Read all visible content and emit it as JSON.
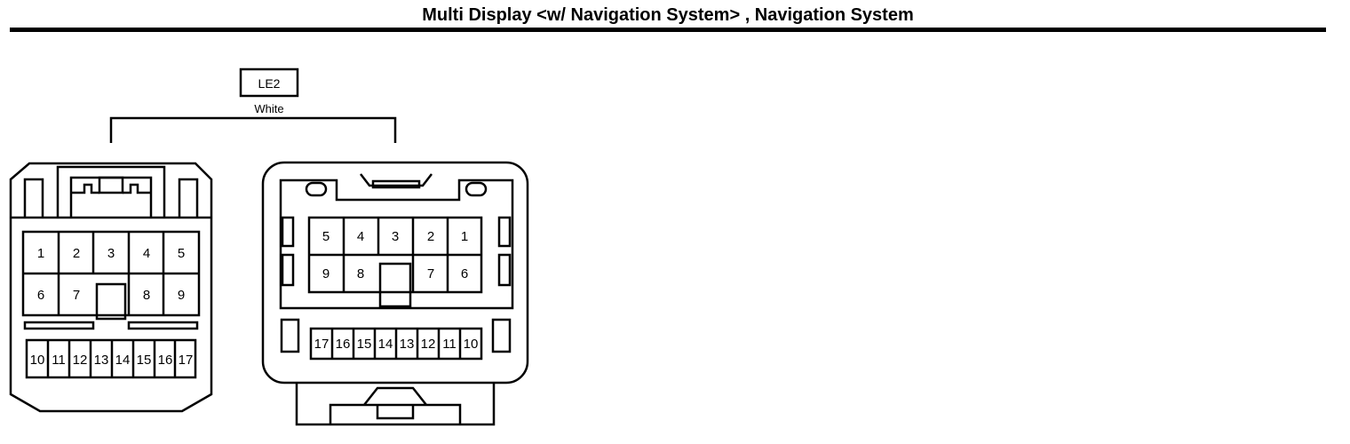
{
  "page": {
    "title": "Multi Display <w/ Navigation System> , Navigation System"
  },
  "connector": {
    "code": "LE2",
    "color": "White"
  },
  "left_connector": {
    "upper_row": [
      "1",
      "2",
      "3",
      "4",
      "5"
    ],
    "middle_row": [
      "6",
      "7",
      "8",
      "9"
    ],
    "lower_row": [
      "10",
      "11",
      "12",
      "13",
      "14",
      "15",
      "16",
      "17"
    ]
  },
  "right_connector": {
    "upper_row": [
      "5",
      "4",
      "3",
      "2",
      "1"
    ],
    "middle_row": [
      "9",
      "8",
      "7",
      "6"
    ],
    "lower_row": [
      "17",
      "16",
      "15",
      "14",
      "13",
      "12",
      "11",
      "10"
    ]
  }
}
